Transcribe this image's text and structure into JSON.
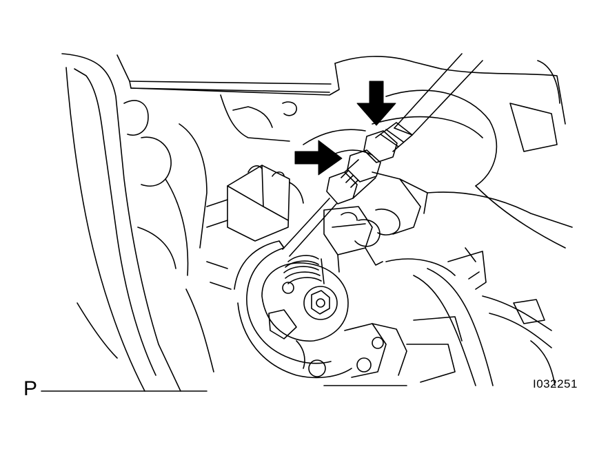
{
  "figure": {
    "view_label": "P",
    "figure_code": "I032251"
  },
  "colors": {
    "line": "#000000",
    "background": "#ffffff"
  },
  "icons": [
    "arrow-pointer-down",
    "arrow-pointer-right"
  ]
}
